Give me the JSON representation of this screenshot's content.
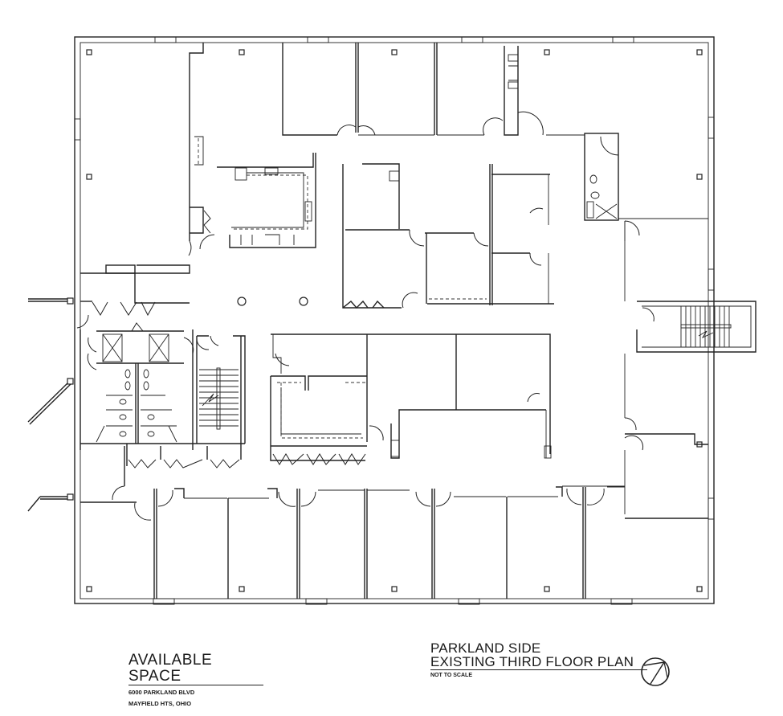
{
  "document": {
    "type": "architectural floor plan",
    "colors": {
      "line": "#222222",
      "background": "#ffffff"
    }
  },
  "title_block_left": {
    "heading": "AVAILABLE SPACE",
    "address_line_1": "6000 PARKLAND BLVD",
    "address_line_2": "MAYFIELD HTS, OHIO"
  },
  "title_block_right": {
    "line_1": "PARKLAND SIDE",
    "line_2": "EXISTING THIRD FLOOR PLAN",
    "scale_note": "NOT TO SCALE"
  },
  "symbols": {
    "north_arrow": "north-arrow-icon"
  }
}
